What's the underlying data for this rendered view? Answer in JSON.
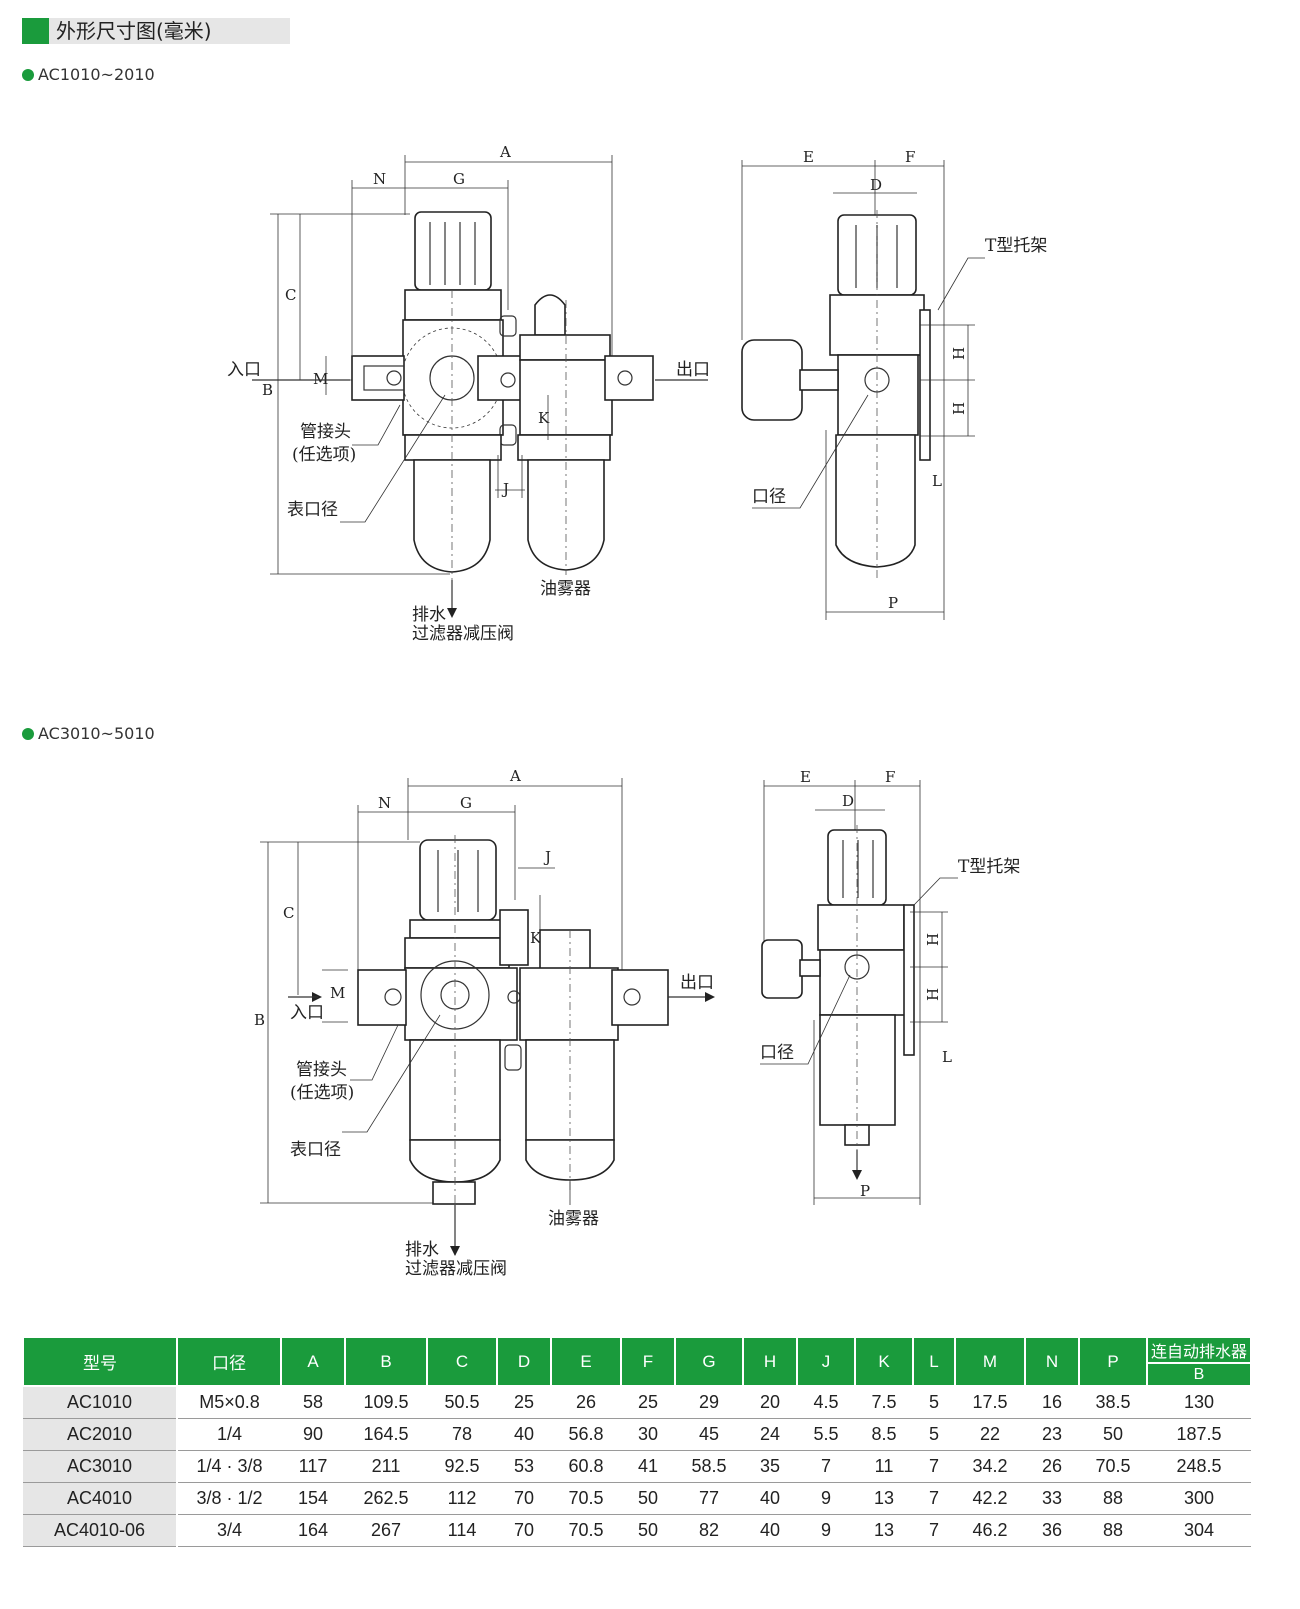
{
  "header": {
    "title": "外形尺寸图(毫米)"
  },
  "section1": {
    "title": "AC1010~2010"
  },
  "section2": {
    "title": "AC3010~5010"
  },
  "drawing1": {
    "dims": {
      "A": "A",
      "N": "N",
      "G": "G",
      "C": "C",
      "B": "B",
      "M": "M",
      "K": "K",
      "J": "J",
      "E": "E",
      "F": "F",
      "D": "D",
      "H1": "H",
      "H2": "H",
      "L": "L",
      "P": "P"
    },
    "labels": {
      "inlet": "入口",
      "outlet": "出口",
      "fitting": "管接头",
      "optional": "(任选项)",
      "gauge_port": "表口径",
      "drain": "排水",
      "frl": "过滤器减压阀",
      "lubricator": "油雾器",
      "bracket": "T型托架",
      "port": "口径"
    }
  },
  "drawing2": {
    "dims": {
      "A": "A",
      "N": "N",
      "G": "G",
      "C": "C",
      "B": "B",
      "M": "M",
      "K": "K",
      "J": "J",
      "E": "E",
      "F": "F",
      "D": "D",
      "H1": "H",
      "H2": "H",
      "L": "L",
      "P": "P"
    },
    "labels": {
      "inlet": "入口",
      "outlet": "出口",
      "fitting": "管接头",
      "optional": "(任选项)",
      "gauge_port": "表口径",
      "drain": "排水",
      "frl": "过滤器减压阀",
      "lubricator": "油雾器",
      "bracket": "T型托架",
      "port": "口径"
    }
  },
  "table": {
    "headers": [
      "型号",
      "口径",
      "A",
      "B",
      "C",
      "D",
      "E",
      "F",
      "G",
      "H",
      "J",
      "K",
      "L",
      "M",
      "N",
      "P"
    ],
    "last_header_top": "连自动排水器",
    "last_header_bottom": "B",
    "rows": [
      [
        "AC1010",
        "M5×0.8",
        "58",
        "109.5",
        "50.5",
        "25",
        "26",
        "25",
        "29",
        "20",
        "4.5",
        "7.5",
        "5",
        "17.5",
        "16",
        "38.5",
        "130"
      ],
      [
        "AC2010",
        "1/4",
        "90",
        "164.5",
        "78",
        "40",
        "56.8",
        "30",
        "45",
        "24",
        "5.5",
        "8.5",
        "5",
        "22",
        "23",
        "50",
        "187.5"
      ],
      [
        "AC3010",
        "1/4 · 3/8",
        "117",
        "211",
        "92.5",
        "53",
        "60.8",
        "41",
        "58.5",
        "35",
        "7",
        "11",
        "7",
        "34.2",
        "26",
        "70.5",
        "248.5"
      ],
      [
        "AC4010",
        "3/8 · 1/2",
        "154",
        "262.5",
        "112",
        "70",
        "70.5",
        "50",
        "77",
        "40",
        "9",
        "13",
        "7",
        "42.2",
        "33",
        "88",
        "300"
      ],
      [
        "AC4010-06",
        "3/4",
        "164",
        "267",
        "114",
        "70",
        "70.5",
        "50",
        "82",
        "40",
        "9",
        "13",
        "7",
        "46.2",
        "36",
        "88",
        "304"
      ]
    ]
  }
}
